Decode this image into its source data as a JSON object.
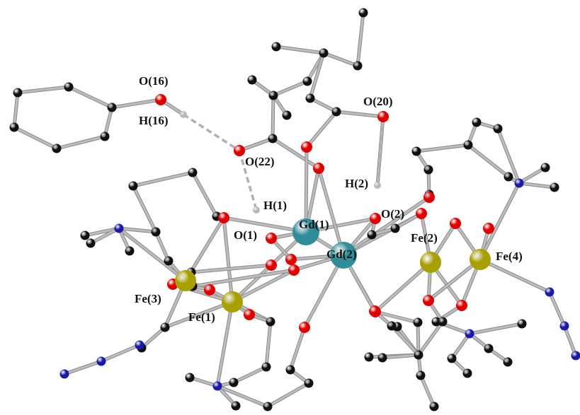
{
  "colors": {
    "background": "#ffffff",
    "bond": "#bdbdbd",
    "bond_edge": "#8a8a8a",
    "carbon": "#111111",
    "oxygen": "#e00000",
    "nitrogen": "#1a1aa8",
    "hydrogen": "#b8b8b8",
    "iron": "#a8a000",
    "gadolinium": "#2f8d99",
    "h_bond": "#b0b0b0"
  },
  "labels": {
    "o16": "O(16)",
    "h16": "H(16)",
    "o22": "O(22)",
    "h1": "H(1)",
    "o1": "O(1)",
    "gd1": "Gd(1)",
    "gd2": "Gd(2)",
    "o20": "O(20)",
    "h2": "H(2)",
    "o2": "O(2)",
    "fe2": "Fe(2)",
    "fe4": "Fe(4)",
    "fe3": "Fe(3)",
    "fe1": "Fe(1)"
  }
}
